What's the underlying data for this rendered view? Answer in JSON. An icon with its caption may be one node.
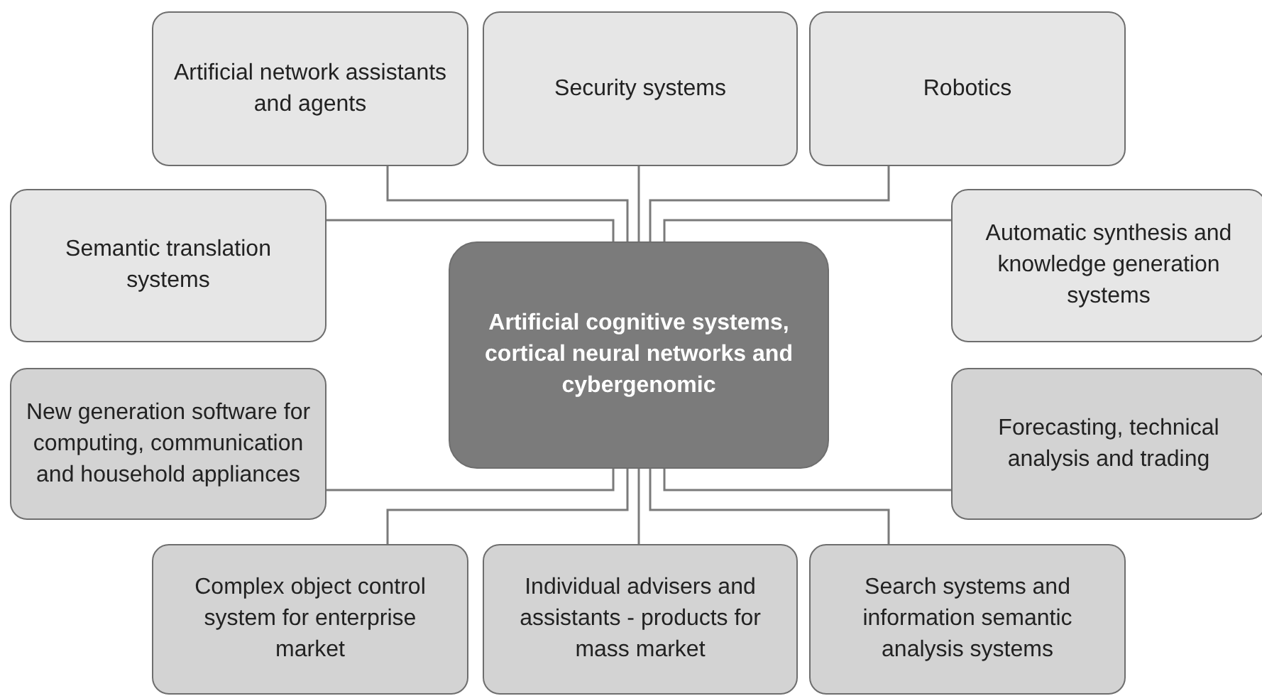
{
  "diagram": {
    "nodes": [
      {
        "text": [
          "Artificial network assistants and agents"
        ]
      },
      {
        "text": [
          "Security systems"
        ]
      },
      {
        "text": [
          "Robotics"
        ]
      },
      {
        "text": [
          "Semantic translation systems"
        ]
      },
      {
        "text": [
          "Automatic synthesis and knowledge generation systems"
        ]
      },
      {
        "text": [
          "Artificial cognitive systems, cortical neural networks and cybergenomic"
        ]
      },
      {
        "text": [
          "New generation software for computing, communication and household appliances"
        ]
      },
      {
        "text": [
          "Forecasting, technical analysis and trading"
        ]
      },
      {
        "text": [
          "Complex object control system for enterprise market"
        ]
      },
      {
        "text": [
          "Individual advisers and assistants - products for mass market"
        ]
      },
      {
        "text": [
          "Search systems and information semantic analysis systems"
        ]
      }
    ],
    "edges": [
      {
        "from": 5,
        "to": 0,
        "arrow": "none"
      },
      {
        "from": 5,
        "to": 1,
        "arrow": "none"
      },
      {
        "from": 5,
        "to": 2,
        "arrow": "none"
      },
      {
        "from": 5,
        "to": 3,
        "arrow": "none"
      },
      {
        "from": 5,
        "to": 4,
        "arrow": "none"
      },
      {
        "from": 5,
        "to": 6,
        "arrow": "none"
      },
      {
        "from": 5,
        "to": 7,
        "arrow": "none"
      },
      {
        "from": 5,
        "to": 8,
        "arrow": "none"
      },
      {
        "from": 5,
        "to": 9,
        "arrow": "none"
      },
      {
        "from": 5,
        "to": 10,
        "arrow": "none"
      }
    ]
  }
}
